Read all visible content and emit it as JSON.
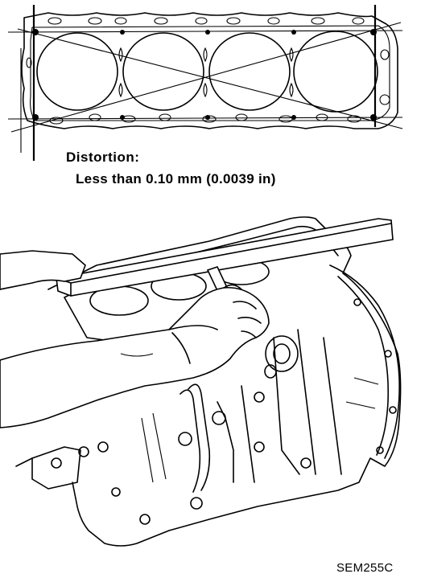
{
  "figure": {
    "distortion_label": "Distortion:",
    "distortion_spec": "Less than 0.10 mm (0.0039 in)",
    "figure_code": "SEM255C"
  }
}
